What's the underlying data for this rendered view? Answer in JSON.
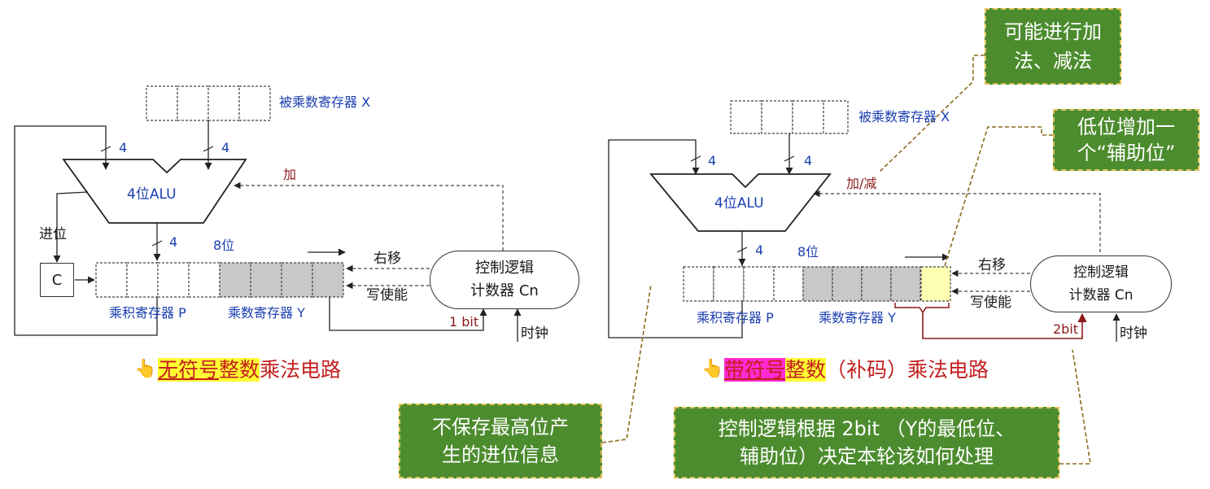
{
  "left": {
    "multiplicand_label": "被乘数寄存器 X",
    "alu_label": "4位ALU",
    "bus_width_1": "4",
    "bus_width_2": "4",
    "bus_width_3": "4",
    "op_label": "加",
    "carry_label": "进位",
    "c_box": "C",
    "bits_label": "8位",
    "shift_label": "右移",
    "write_label": "写使能",
    "product_label": "乘积寄存器 P",
    "multiplier_label": "乘数寄存器 Y",
    "ctrl_line1": "控制逻辑",
    "ctrl_line2": "计数器 Cn",
    "bit_label": "1 bit",
    "clock_label": "时钟",
    "title_part1": "无符号",
    "title_part2": "整数",
    "title_part3": "乘法电路"
  },
  "right": {
    "multiplicand_label": "被乘数寄存器 X",
    "alu_label": "4位ALU",
    "bus_width_1": "4",
    "bus_width_2": "4",
    "bus_width_3": "4",
    "op_label": "加/减",
    "bits_label": "8位",
    "shift_label": "右移",
    "write_label": "写使能",
    "product_label": "乘积寄存器 P",
    "multiplier_label": "乘数寄存器 Y",
    "ctrl_line1": "控制逻辑",
    "ctrl_line2": "计数器 Cn",
    "bit_label": "2bit",
    "clock_label": "时钟",
    "title_part1": "带符号",
    "title_part2": "整数",
    "title_part3": "（补码）乘法电路"
  },
  "notes": {
    "add_sub": [
      "可能进行加",
      "法、减法"
    ],
    "aux_bit": [
      "低位增加一",
      "个“辅助位”"
    ],
    "no_carry": [
      "不保存最高位产",
      "生的进位信息"
    ],
    "decide": [
      "控制逻辑根据 2bit （Y的最低位、",
      "辅助位）决定本轮该如何处理"
    ]
  },
  "colors": {
    "note_bg": "#4c8c2e",
    "note_border": "#e3c35a",
    "label_blue": "#1a3fb0",
    "title_red": "#c21f1f",
    "highlight_yellow": "#ffff33",
    "highlight_magenta": "#ff2ad4",
    "shaded_cell": "#c8c8c8",
    "aux_cell": "#ffffb3"
  },
  "icons": [
    "pointing-hand-icon"
  ]
}
